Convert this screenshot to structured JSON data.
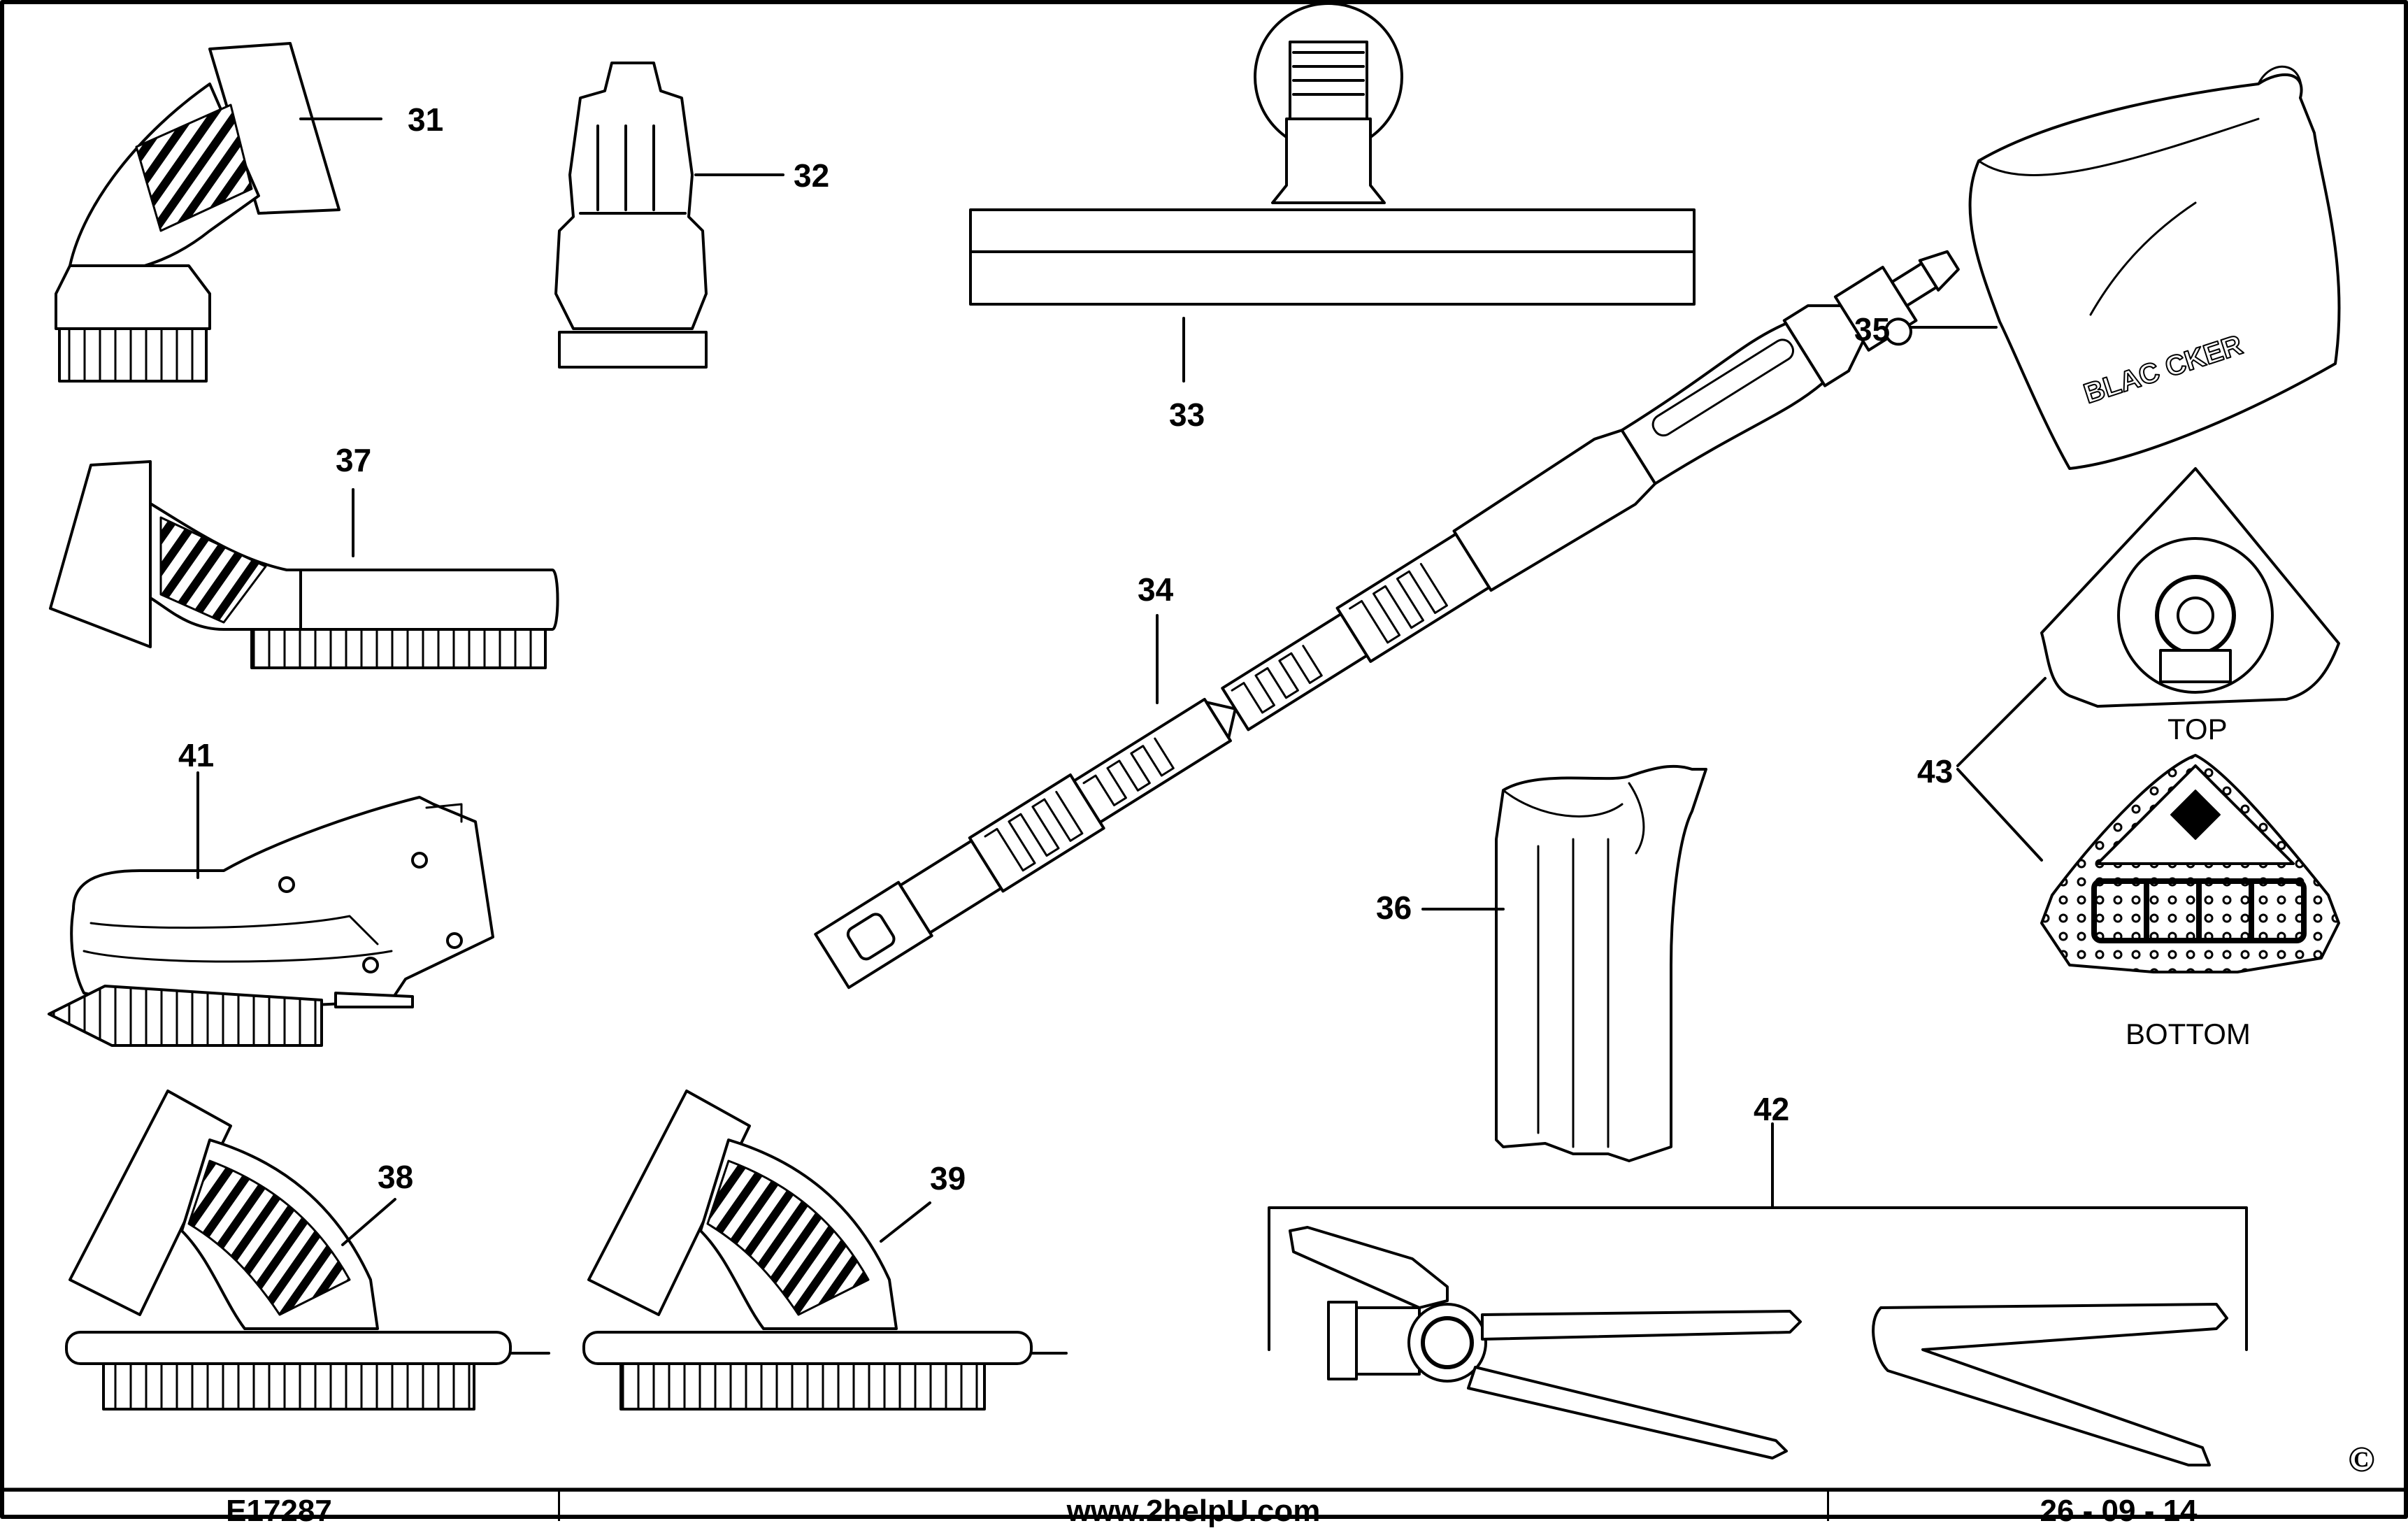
{
  "callouts": {
    "p31": "31",
    "p32": "32",
    "p33": "33",
    "p34": "34",
    "p35": "35",
    "p36": "36",
    "p37": "37",
    "p38": "38",
    "p39": "39",
    "p41": "41",
    "p42": "42",
    "p43": "43"
  },
  "labels": {
    "top": "TOP",
    "bottom": "BOTTOM",
    "bag_print": "BLAC   CKER"
  },
  "footer": {
    "code": "E17287",
    "website": "www.2helpU.com",
    "date": "26 - 09 - 14"
  },
  "copyright": "©",
  "colors": {
    "line": "#000000",
    "background": "#ffffff"
  }
}
